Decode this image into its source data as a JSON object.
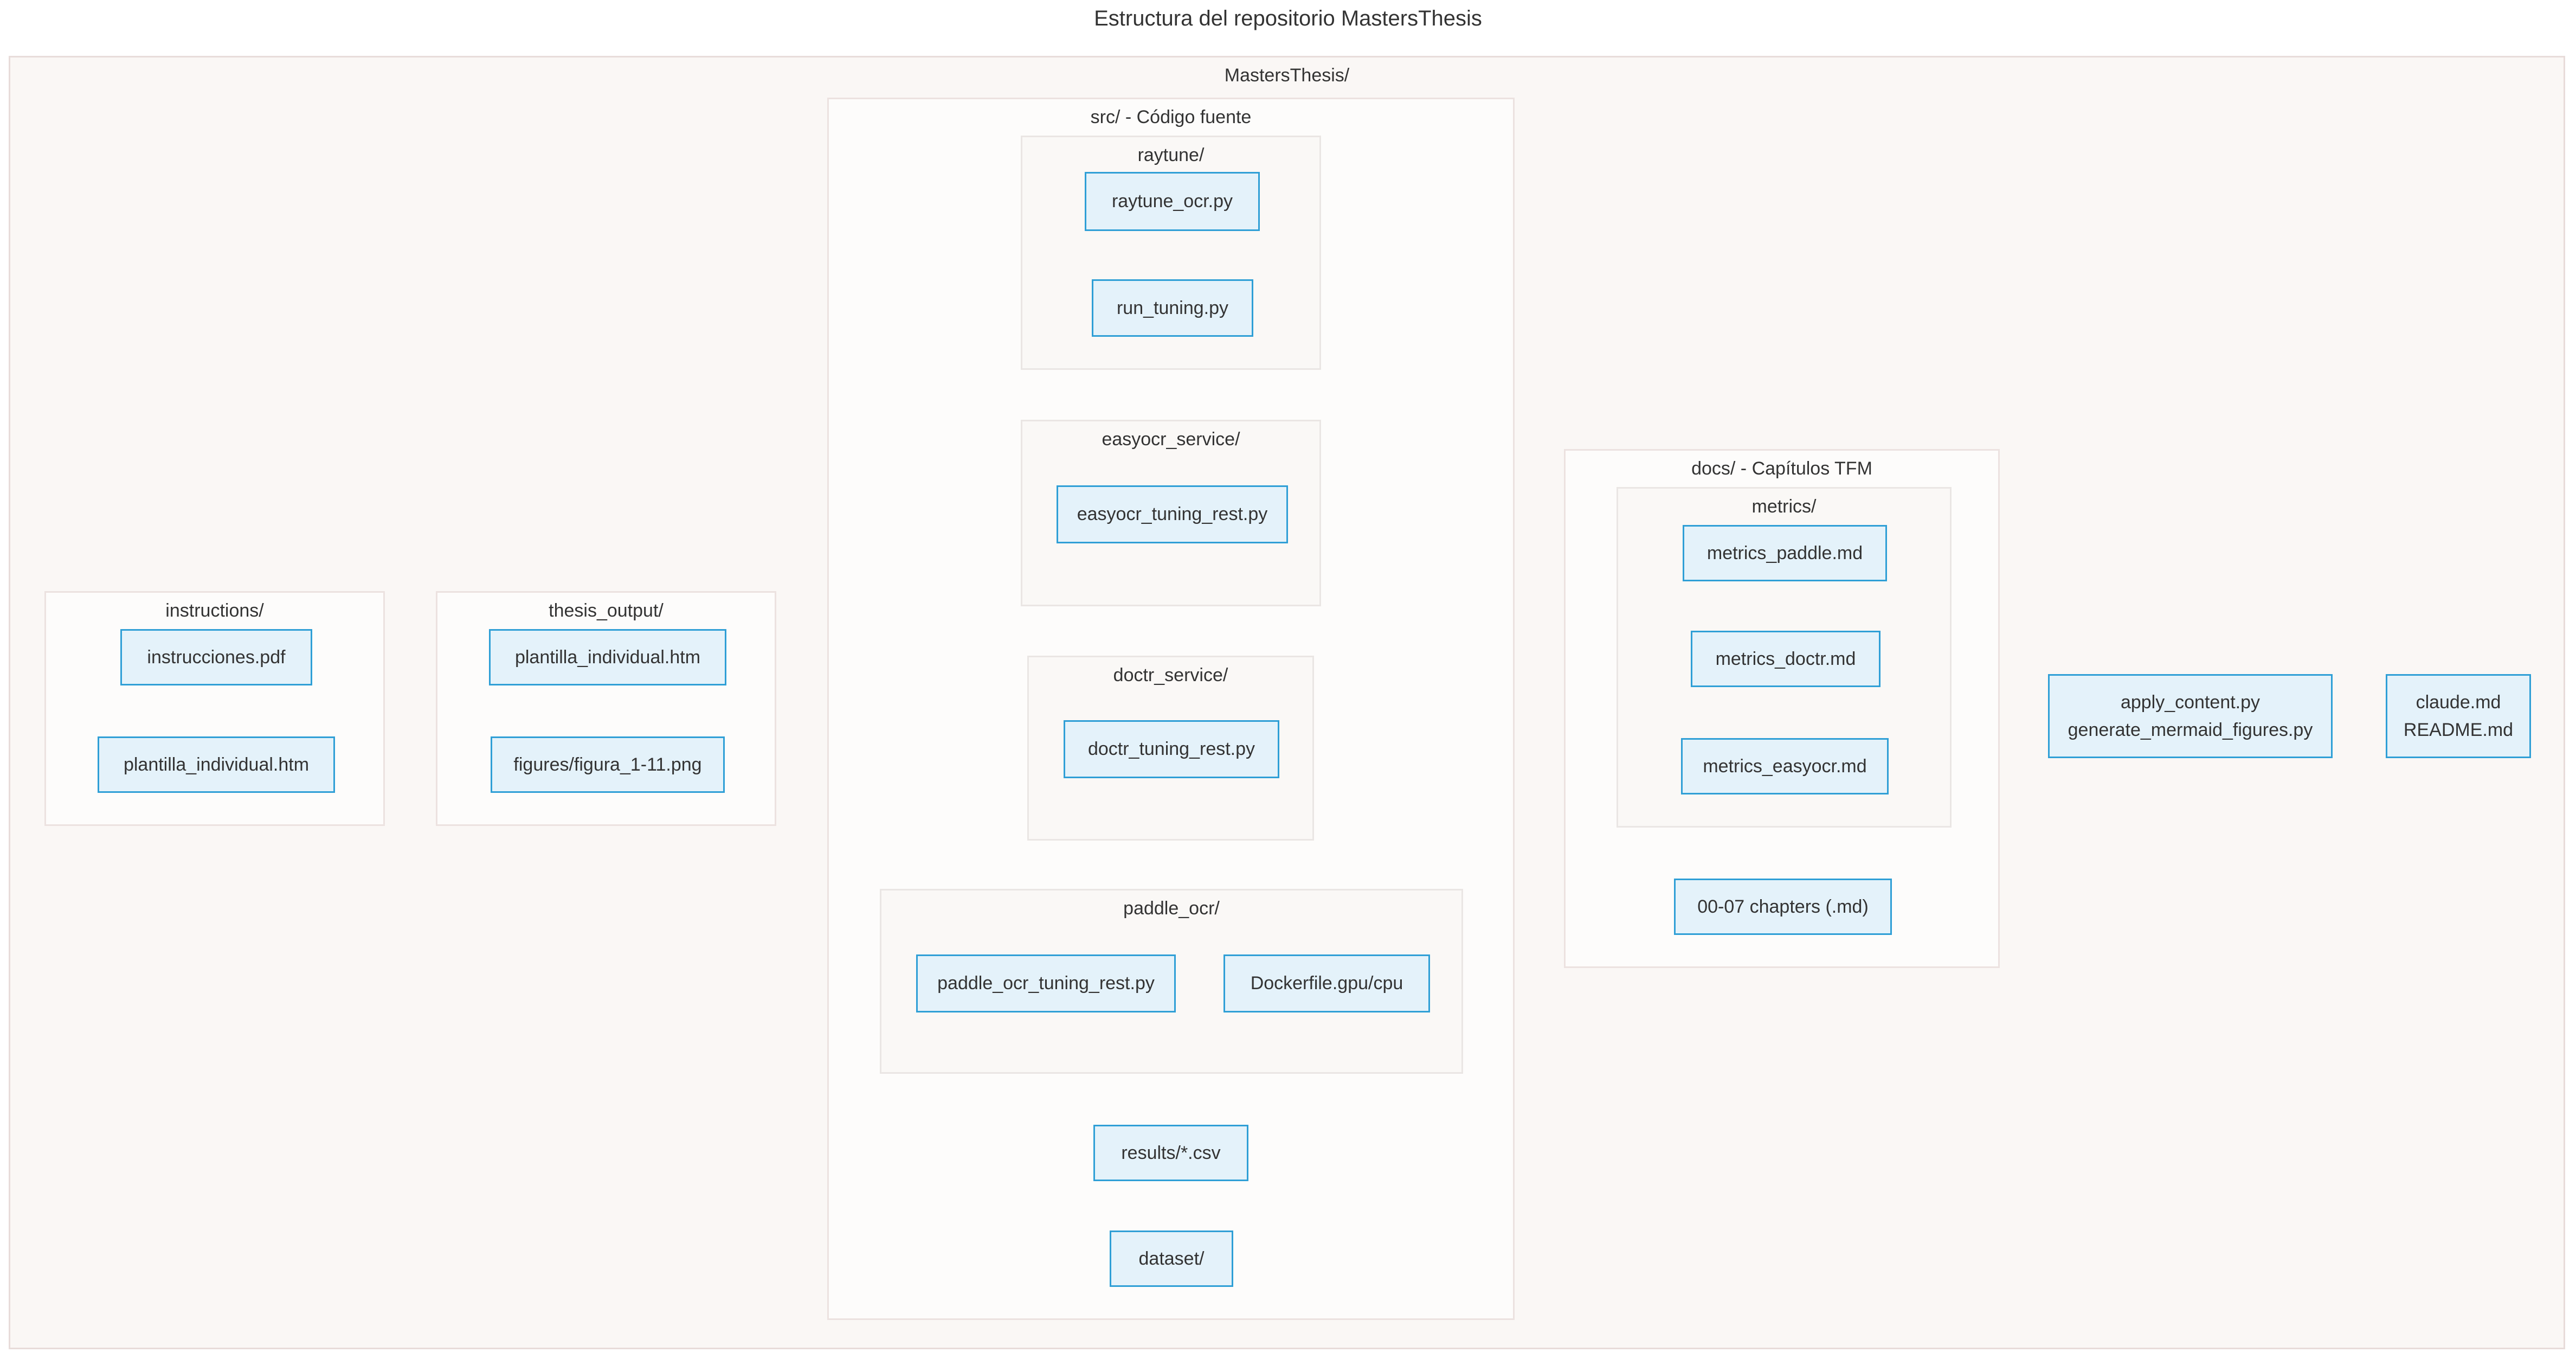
{
  "title": "Estructura del repositorio MastersThesis",
  "root": {
    "label": "MastersThesis/"
  },
  "groups": {
    "src": {
      "label": "src/ - Código fuente"
    },
    "raytune": {
      "label": "raytune/"
    },
    "easyocr_service": {
      "label": "easyocr_service/"
    },
    "doctr_service": {
      "label": "doctr_service/"
    },
    "paddle_ocr": {
      "label": "paddle_ocr/"
    },
    "instructions": {
      "label": "instructions/"
    },
    "thesis_output": {
      "label": "thesis_output/"
    },
    "docs": {
      "label": "docs/ - Capítulos TFM"
    },
    "metrics": {
      "label": "metrics/"
    }
  },
  "nodes": {
    "raytune_ocr": {
      "label": "raytune_ocr.py"
    },
    "run_tuning": {
      "label": "run_tuning.py"
    },
    "easyocr_tuning_rest": {
      "label": "easyocr_tuning_rest.py"
    },
    "doctr_tuning_rest": {
      "label": "doctr_tuning_rest.py"
    },
    "paddle_ocr_tuning_rest": {
      "label": "paddle_ocr_tuning_rest.py"
    },
    "dockerfile": {
      "label": "Dockerfile.gpu/cpu"
    },
    "results_csv": {
      "label": "results/*.csv"
    },
    "dataset": {
      "label": "dataset/"
    },
    "instrucciones_pdf": {
      "label": "instrucciones.pdf"
    },
    "plantilla_individual_instructions": {
      "label": "plantilla_individual.htm"
    },
    "plantilla_individual_thesis": {
      "label": "plantilla_individual.htm"
    },
    "figures_figura": {
      "label": "figures/figura_1-11.png"
    },
    "metrics_paddle": {
      "label": "metrics_paddle.md"
    },
    "metrics_doctr": {
      "label": "metrics_doctr.md"
    },
    "metrics_easyocr": {
      "label": "metrics_easyocr.md"
    },
    "chapters": {
      "label": "00-07 chapters (.md)"
    },
    "helper_scripts": {
      "line1": "apply_content.py",
      "line2": "generate_mermaid_figures.py"
    },
    "root_docs": {
      "line1": "claude.md",
      "line2": "README.md"
    }
  },
  "colors": {
    "text": "#333333",
    "node_fill": "#e4f2fa",
    "node_border": "#2f9fd6",
    "cluster_outer_fill": "#faf7f5",
    "cluster_outer_border": "#e8dcda",
    "cluster_mid_fill": "#fdfcfb",
    "cluster_mid_border": "#ece2e0",
    "cluster_inner_fill": "#faf8f6",
    "cluster_inner_border": "#eae6e4"
  }
}
